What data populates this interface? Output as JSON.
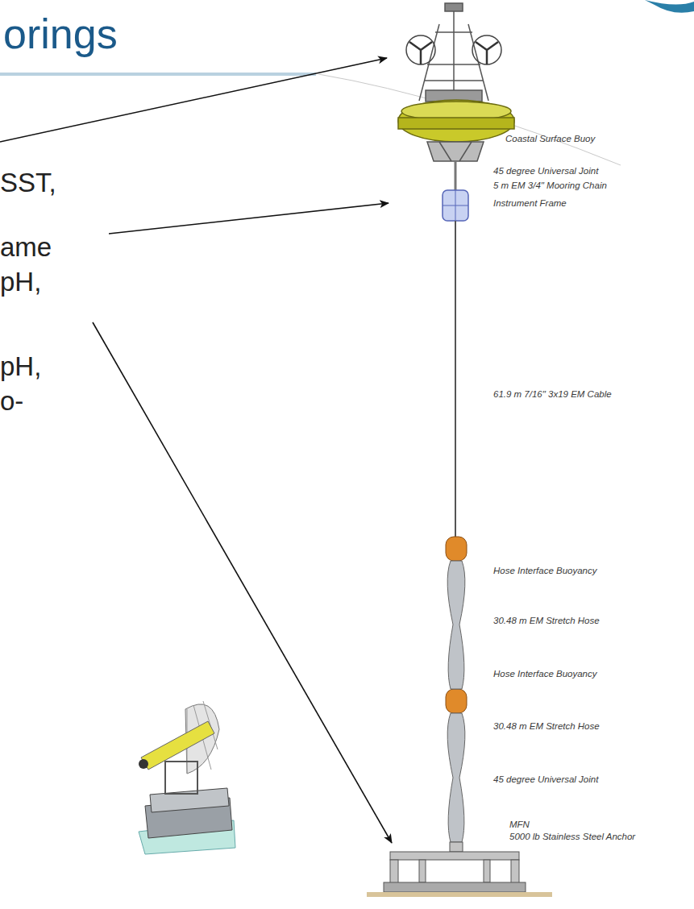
{
  "diagram": {
    "title": "orings",
    "labels": [
      "SST,",
      "ame",
      "pH,",
      "pH,",
      "o-",
      "Coastal Surface Buoy",
      "45 degree Universal Joint",
      "5 m EM 3/4\" Mooring Chain",
      "Instrument Frame",
      "61.9 m 7/16\" 3x19 EM Cable",
      "Hose Interface Buoyancy",
      "30.48 m EM Stretch Hose",
      "Hose Interface Buoyancy",
      "30.48 m EM Stretch Hose",
      "45 degree Universal Joint",
      "MFN",
      "5000 lb Stainless Steel Anchor"
    ]
  }
}
